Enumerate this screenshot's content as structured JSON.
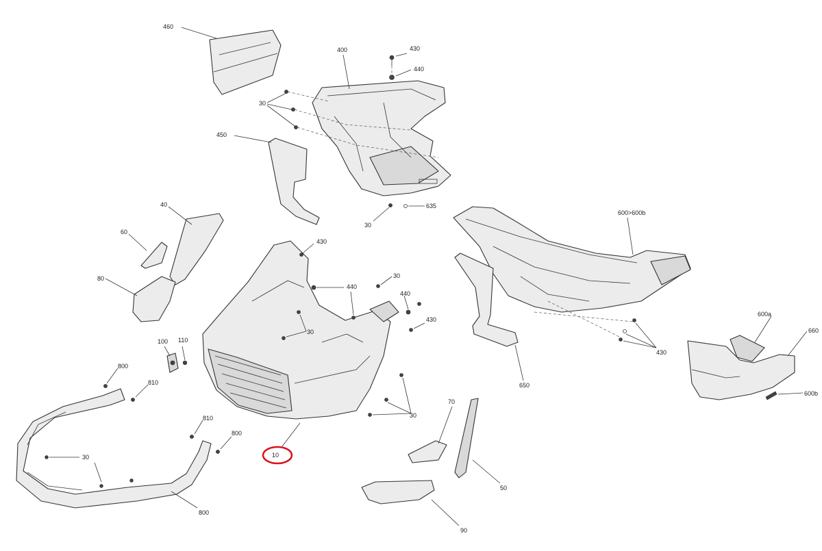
{
  "callouts": {
    "c460": "460",
    "c400": "400",
    "c430a": "430",
    "c440a": "440",
    "c30a": "30",
    "c450": "450",
    "c635": "635",
    "c30b": "30",
    "c40": "40",
    "c60": "60",
    "c80": "80",
    "c430b": "430",
    "c440b": "440",
    "c30c": "30",
    "c440c": "440",
    "c430c": "430",
    "c30d": "30",
    "c100": "100",
    "c110": "110",
    "c800a": "800",
    "c810a": "810",
    "c30e": "30",
    "c10": "10",
    "c810b": "810",
    "c800b": "800",
    "c30f": "30",
    "c800c": "800",
    "c600": "600>600b",
    "c650": "650",
    "c430d": "430",
    "c600a": "600a",
    "c660": "660",
    "c600b": "600b",
    "c70": "70",
    "c50": "50",
    "c90": "90"
  },
  "highlight": {
    "part": "10",
    "color": "#d9141c"
  }
}
